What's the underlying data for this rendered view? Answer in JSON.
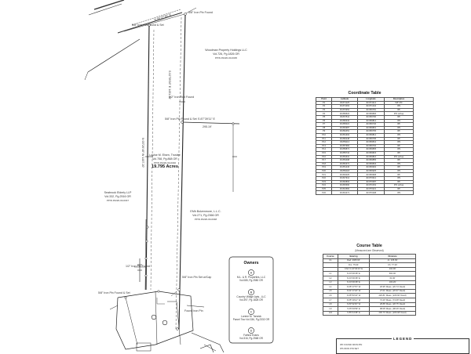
{
  "parcels": {
    "woodman": {
      "name": "Woodman Property Holdings LLC",
      "deed": "Vol.726, Pg.1826 OR",
      "ppin": "PPIN 45226-00-0045"
    },
    "louise": {
      "name": "Louise M. Elsen, Trustee",
      "deed": "Vol.758, Pg.868 OR",
      "ppin": "PPIN 45226-00-0046"
    },
    "louise_area": "19.795 Acres",
    "seabrook": {
      "name": "Seabrook Elderly LLP",
      "deed": "Vol.332, Pg.2516 OR",
      "ppin": "PPIN 45226-00-0047"
    },
    "emh": {
      "name": "EMh Bolzenmore, L.L.C.",
      "deed": "Vol.271, Pg.2366 OR",
      "ppin": "PPIN 45226-00-0048"
    }
  },
  "notes": {
    "top_road": "N 46°27'26\" E",
    "iron_pin_top": "5/8\" Iron Pin Found",
    "iron_pin_mid": "5/8\" Iron Pin Found & Set",
    "iron_rod": "1/2\" Iron Rod Found",
    "bearing_mid": "S 87°39'11\" E",
    "bearing_mid2": "295.19'",
    "vert_left": "N 03°26'48\" W 1487.20'",
    "vert_right": "S 02°59'16\" E 1451.48'",
    "road_lower": "Found Iron Pin",
    "pin_left": "1/2\" Iron Pin Found",
    "cap": "5/8\" Iron Pin Set w/Cap"
  },
  "coordinate_table": {
    "title": "Coordinate Table",
    "headers": [
      "Point",
      "Latitude",
      "Longitude",
      "Description"
    ],
    "rows": [
      [
        "P1",
        "39.871125",
        "-82.874214",
        "5/8\" IPF"
      ],
      [
        "P2",
        "39.871063",
        "-82.871342",
        "IPS"
      ],
      [
        "P3",
        "39.870954",
        "-82.869781",
        "IPF"
      ],
      [
        "P4",
        "39.869522",
        "-82.869806",
        "IPS w/Cap"
      ],
      [
        "P5",
        "39.867511",
        "-82.869790",
        "IPF"
      ],
      [
        "P6",
        "39.866342",
        "-82.869812",
        "IPS"
      ],
      [
        "P7",
        "39.865021",
        "-82.869740",
        "IPF"
      ],
      [
        "P8",
        "39.863987",
        "-82.869801",
        "IPS"
      ],
      [
        "P9",
        "39.862451",
        "-82.869765",
        "IPF"
      ],
      [
        "P10",
        "39.861302",
        "-82.869812",
        "IPS"
      ],
      [
        "P11",
        "39.860248",
        "-82.869795",
        "IPF"
      ],
      [
        "P12",
        "39.859113",
        "-82.869841",
        "IPS"
      ],
      [
        "P13",
        "39.857984",
        "-82.869792",
        "IPF"
      ],
      [
        "P14",
        "39.856871",
        "-82.869805",
        "IPS"
      ],
      [
        "P15",
        "39.855742",
        "-82.869823",
        "IPF"
      ],
      [
        "P16",
        "39.854610",
        "-82.869816",
        "IPS w/Cap"
      ],
      [
        "P17",
        "39.853498",
        "-82.869855",
        "IPF"
      ],
      [
        "P18",
        "39.852371",
        "-82.869834",
        "IPS"
      ],
      [
        "P19",
        "39.851246",
        "-82.869902",
        "IPF"
      ],
      [
        "P20",
        "39.850118",
        "-82.869925",
        "IPS"
      ],
      [
        "P21",
        "39.849025",
        "-82.869968",
        "IPF"
      ],
      [
        "P22",
        "39.847912",
        "-82.870012",
        "IPS"
      ],
      [
        "P23",
        "39.846803",
        "-82.870087",
        "IPF"
      ],
      [
        "P24",
        "39.845690",
        "-82.870154",
        "IPS w/Cap"
      ],
      [
        "P25",
        "39.844582",
        "-82.870221",
        "IPF"
      ],
      [
        "P26",
        "39.843471",
        "-82.870298",
        "IPS"
      ]
    ]
  },
  "course_table": {
    "title": "Course Table",
    "subtitle": "(Measured are Observed)",
    "headers": [
      "Course",
      "Bearing",
      "Distance"
    ],
    "rows": [
      [
        "C1",
        "Rad: 2965.93'",
        "Ar: 235.99'"
      ],
      [
        "",
        "Dm: 75.04'",
        "Ch: 77.33'"
      ],
      [
        "",
        "Chd: N 24°30'44\" E",
        "234.96'"
      ],
      [
        "L1",
        "N 03°26'48\" E",
        "602.00'"
      ],
      [
        "L2",
        "N 03°26'48\" E",
        "61.00'"
      ],
      [
        "L3",
        "N 03°26'48\" E",
        "103.29'"
      ],
      [
        "L4",
        "N 05°17'57\" W",
        "26.95' Meas. (26.74' Deed)"
      ],
      [
        "L5",
        "N 04°17'18\" W",
        "27.01' Meas. (26.97' Deed)"
      ],
      [
        "L6",
        "N 05°53'43\" W",
        "226.81' Meas. (226.60' Deed)"
      ],
      [
        "L7",
        "N 05°19'12\" W",
        "74.20' Meas. (74.08' Deed)"
      ],
      [
        "L8",
        "S 83°32'45\" W",
        "28.88' Meas. (28.75' Deed)"
      ],
      [
        "L9",
        "S 05°19'59\" E",
        "98.08' Meas. (98.29' Deed)"
      ],
      [
        "L10",
        "S 85°14'38\" E",
        "206.73' Meas. (206.68' Deed)"
      ]
    ]
  },
  "owners": {
    "title": "Owners",
    "items": [
      {
        "letter": "A",
        "name": "M.L. & R. Properties, LLC",
        "deed": "Vol.085, Pg.2580 OR"
      },
      {
        "letter": "B",
        "name": "Country Village Apts., LLC",
        "deed": "Vol.397, Pg.1828 OR"
      },
      {
        "letter": "C",
        "name": "Lorene M. Tarwick",
        "deed": "Parcel Two Vol.336, Pg.2332 OR"
      },
      {
        "letter": "D",
        "name": "Fathna Evans",
        "deed": "Vol.316, Pg.2568 OR"
      }
    ]
  },
  "legend": {
    "title": "LEGEND",
    "rows": [
      "IPF    FOUND IRON PIN",
      "IPS    IRON PIN SET"
    ]
  }
}
